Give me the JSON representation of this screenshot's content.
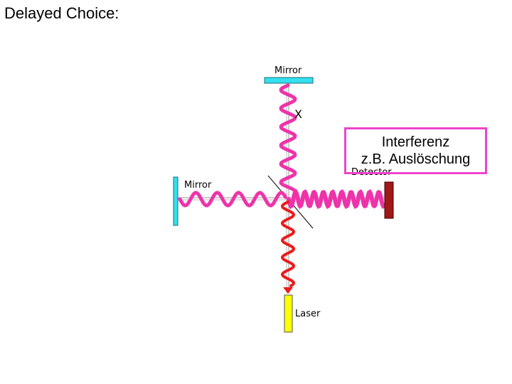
{
  "slide": {
    "title": "Delayed Choice:"
  },
  "labels": {
    "mirror_top": "Mirror",
    "mirror_left": "Mirror",
    "detector": "Detector",
    "laser": "Laser",
    "marker": "X"
  },
  "callout": {
    "line1": "Interferenz",
    "line2": "z.B. Auslöschung"
  },
  "colors": {
    "mirror": "#33e0ee",
    "detector": "#a01818",
    "laser": "#ffff00",
    "laser_beam": "#ee1a1a",
    "photon_wave": "#ee33aa",
    "callout_border": "#ee44cc"
  }
}
